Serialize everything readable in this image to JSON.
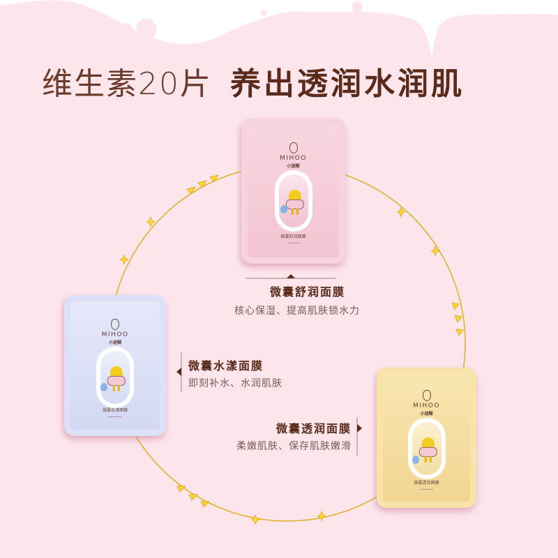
{
  "headline": {
    "light_text": "维生素20片",
    "bold_text": "养出透润水润肌"
  },
  "colors": {
    "background": "#fce6ec",
    "title_brown": "#5a2a1a",
    "circle_gold": "#e3b22a",
    "star_yellow": "#ffd630",
    "packet_pink": "#f6d2dc",
    "packet_blue": "#dbe0f7",
    "packet_yellow": "#f8e2a6"
  },
  "packets": [
    {
      "id": "pink",
      "brand": "MIHOO",
      "brand_cn": "小迷糊",
      "label": "微囊舒润面膜"
    },
    {
      "id": "blue",
      "brand": "MIHOO",
      "brand_cn": "小迷糊",
      "label": "微囊水漾面膜"
    },
    {
      "id": "yellow",
      "brand": "MIHOO",
      "brand_cn": "小迷糊",
      "label": "微囊透润面膜"
    }
  ],
  "products": [
    {
      "title": "微囊舒润面膜",
      "description": "核心保湿、提高肌肤锁水力"
    },
    {
      "title": "微囊水漾面膜",
      "description": "即刻补水、水润肌肤"
    },
    {
      "title": "微囊透润面膜",
      "description": "柔嫩肌肤、保存肌肤嫩滑"
    }
  ]
}
